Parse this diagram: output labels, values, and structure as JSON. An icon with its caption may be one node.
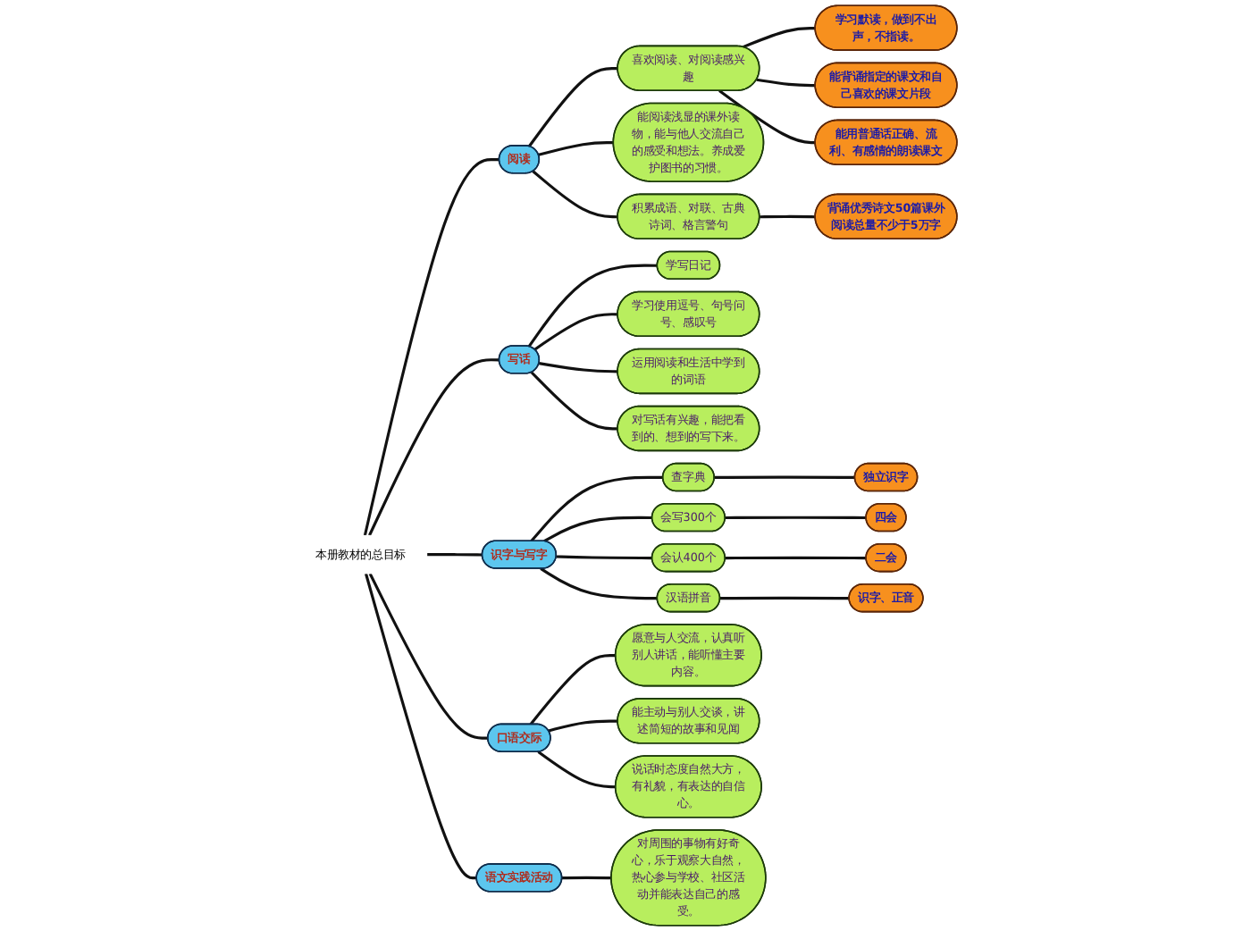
{
  "diagram": {
    "nodes": [
      {
        "text": [
          "本册教材的总目标"
        ]
      },
      {
        "text": [
          "阅读"
        ]
      },
      {
        "text": [
          "喜欢阅读、对阅读感兴趣"
        ]
      },
      {
        "text": [
          "学习默读，做到不出声，不指读。"
        ]
      },
      {
        "text": [
          "能背诵指定的课文和自己喜欢的课文片段"
        ]
      },
      {
        "text": [
          "能用普通话正确、流利、有感情的朗读课文"
        ]
      },
      {
        "text": [
          "能阅读浅显的课外读物，能与他人交流自己的感受和想法。养成爱护图书的习惯。"
        ]
      },
      {
        "text": [
          "积累成语、对联、古典诗词、格言警句"
        ]
      },
      {
        "text": [
          "背诵优秀诗文50篇课外阅读总量不少于5万字"
        ]
      },
      {
        "text": [
          "写话"
        ]
      },
      {
        "text": [
          "学写日记"
        ]
      },
      {
        "text": [
          "学习使用逗号、句号问号、感叹号"
        ]
      },
      {
        "text": [
          "运用阅读和生活中学到的词语"
        ]
      },
      {
        "text": [
          "对写话有兴趣，能把看到的、想到的写下来。"
        ]
      },
      {
        "text": [
          "识字与写字"
        ]
      },
      {
        "text": [
          "查字典"
        ]
      },
      {
        "text": [
          "独立识字"
        ]
      },
      {
        "text": [
          "会写300个"
        ]
      },
      {
        "text": [
          "四会"
        ]
      },
      {
        "text": [
          "会认400个"
        ]
      },
      {
        "text": [
          "二会"
        ]
      },
      {
        "text": [
          "汉语拼音"
        ]
      },
      {
        "text": [
          "识字、正音"
        ]
      },
      {
        "text": [
          "口语交际"
        ]
      },
      {
        "text": [
          "愿意与人交流，认真听别人讲话，能听懂主要内容。"
        ]
      },
      {
        "text": [
          "能主动与别人交谈，讲述简短的故事和见闻"
        ]
      },
      {
        "text": [
          "说话时态度自然大方，有礼貌，有表达的自信心。"
        ]
      },
      {
        "text": [
          "语文实践活动"
        ]
      },
      {
        "text": [
          "对周围的事物有好奇心，乐于观察大自然，热心参与学校、社区活动并能表达自己的感受。"
        ]
      }
    ],
    "edges": [
      {
        "from": 0,
        "to": 1,
        "arrow": "none"
      },
      {
        "from": 1,
        "to": 2,
        "arrow": "none"
      },
      {
        "from": 2,
        "to": 3,
        "arrow": "none"
      },
      {
        "from": 2,
        "to": 4,
        "arrow": "none"
      },
      {
        "from": 2,
        "to": 5,
        "arrow": "none"
      },
      {
        "from": 1,
        "to": 6,
        "arrow": "none"
      },
      {
        "from": 1,
        "to": 7,
        "arrow": "none"
      },
      {
        "from": 7,
        "to": 8,
        "arrow": "none"
      },
      {
        "from": 0,
        "to": 9,
        "arrow": "none"
      },
      {
        "from": 9,
        "to": 10,
        "arrow": "none"
      },
      {
        "from": 9,
        "to": 11,
        "arrow": "none"
      },
      {
        "from": 9,
        "to": 12,
        "arrow": "none"
      },
      {
        "from": 9,
        "to": 13,
        "arrow": "none"
      },
      {
        "from": 0,
        "to": 14,
        "arrow": "none"
      },
      {
        "from": 14,
        "to": 15,
        "arrow": "none"
      },
      {
        "from": 15,
        "to": 16,
        "arrow": "none"
      },
      {
        "from": 14,
        "to": 17,
        "arrow": "none"
      },
      {
        "from": 17,
        "to": 18,
        "arrow": "none"
      },
      {
        "from": 14,
        "to": 19,
        "arrow": "none"
      },
      {
        "from": 19,
        "to": 20,
        "arrow": "none"
      },
      {
        "from": 14,
        "to": 21,
        "arrow": "none"
      },
      {
        "from": 21,
        "to": 22,
        "arrow": "none"
      },
      {
        "from": 0,
        "to": 23,
        "arrow": "none"
      },
      {
        "from": 23,
        "to": 24,
        "arrow": "none"
      },
      {
        "from": 23,
        "to": 25,
        "arrow": "none"
      },
      {
        "from": 23,
        "to": 26,
        "arrow": "none"
      },
      {
        "from": 0,
        "to": 27,
        "arrow": "none"
      },
      {
        "from": 27,
        "to": 28,
        "arrow": "none"
      }
    ]
  }
}
